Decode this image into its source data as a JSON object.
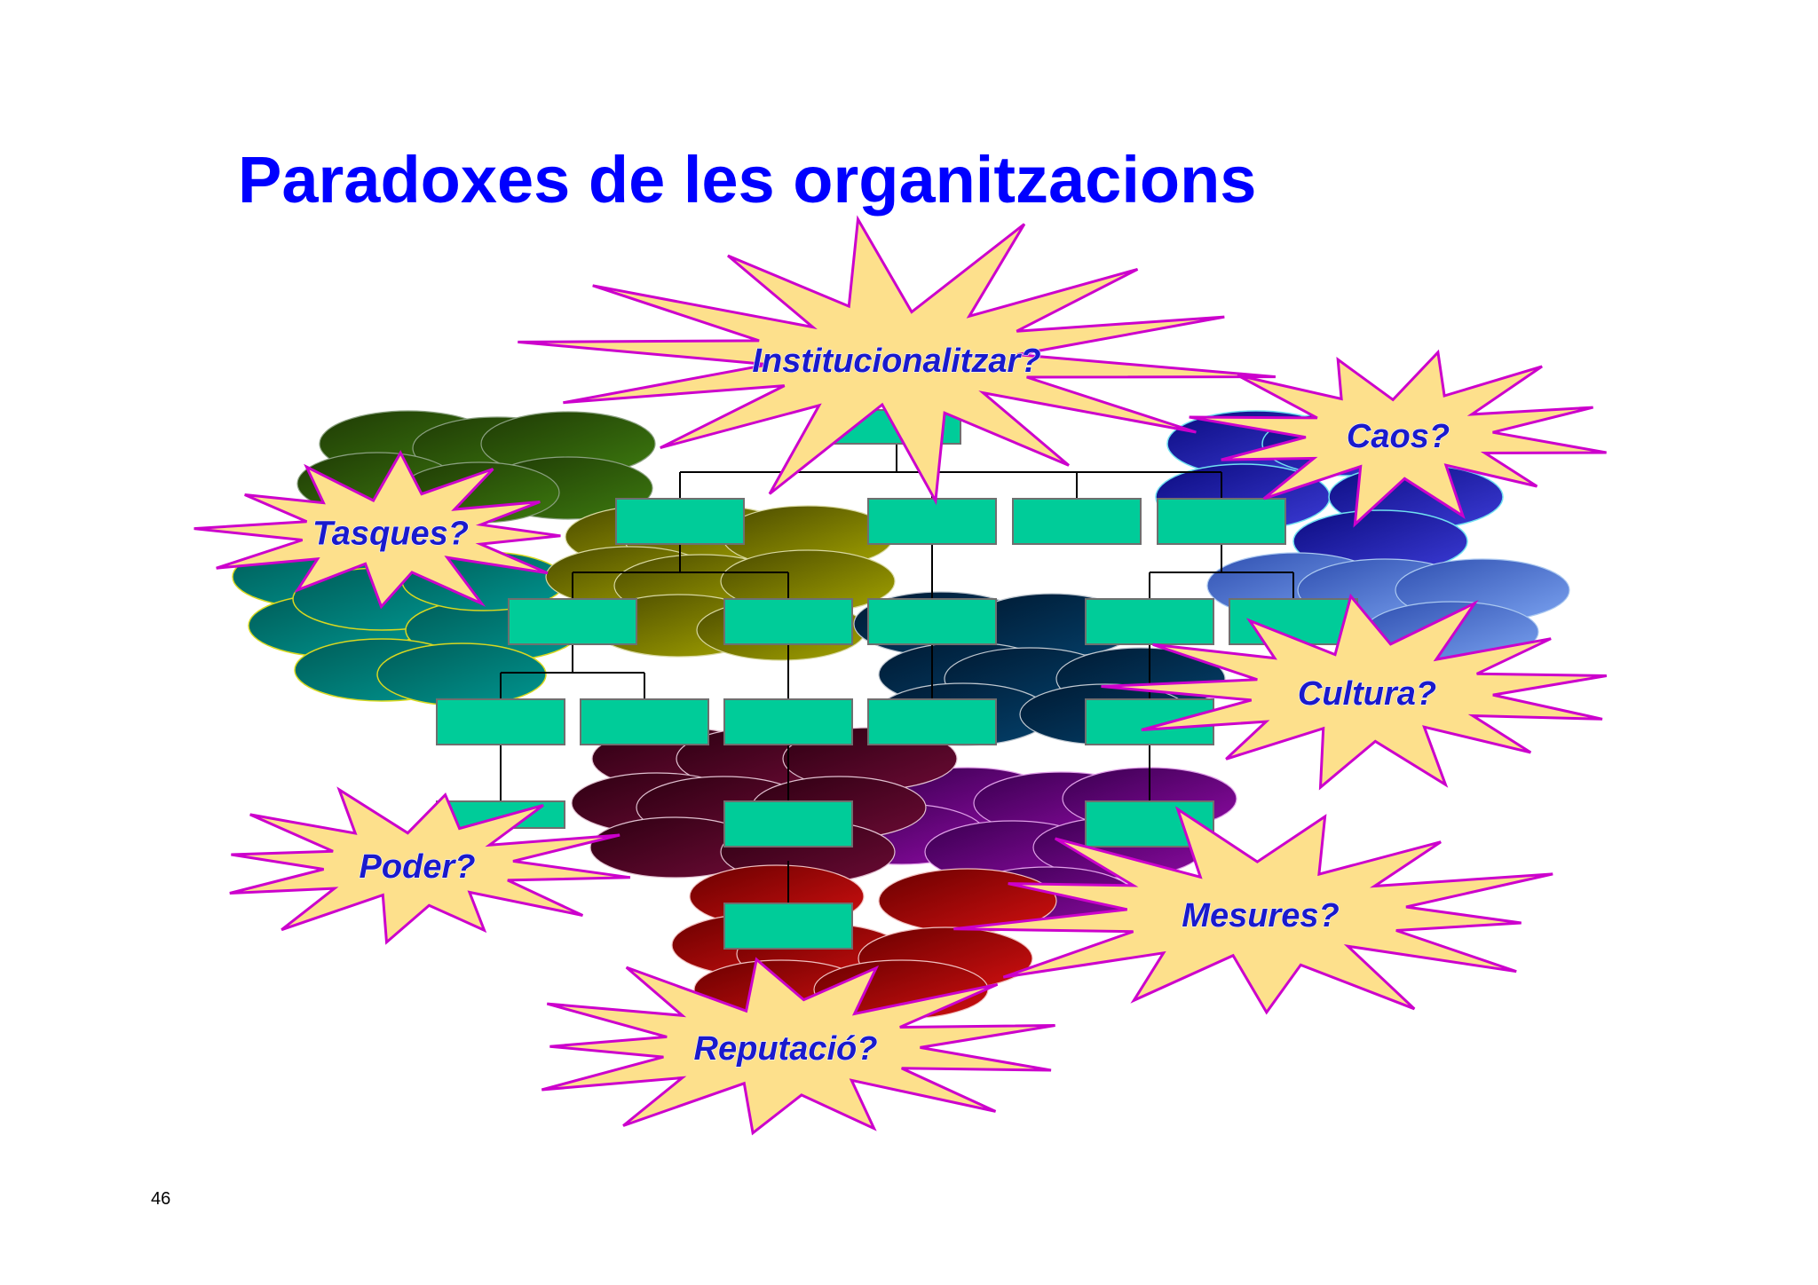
{
  "slide": {
    "title": "Paradoxes de les organitzacions",
    "page_number": "46"
  },
  "colors": {
    "title": "#0000ff",
    "org_box": "#00cc99",
    "burst_fill": "#fde08c",
    "burst_outline": "#cc00cc",
    "burst_text": "#1a1acc"
  },
  "bursts": [
    {
      "id": "institucionalitzar",
      "label": "Institucionalitzar?"
    },
    {
      "id": "caos",
      "label": "Caos?"
    },
    {
      "id": "tasques",
      "label": "Tasques?"
    },
    {
      "id": "cultura",
      "label": "Cultura?"
    },
    {
      "id": "poder",
      "label": "Poder?"
    },
    {
      "id": "mesures",
      "label": "Mesures?"
    },
    {
      "id": "reputacio",
      "label": "Reputació?"
    }
  ],
  "cloud_colors": [
    "dark-green",
    "teal",
    "olive",
    "navy",
    "blue",
    "purple",
    "maroon",
    "red"
  ]
}
